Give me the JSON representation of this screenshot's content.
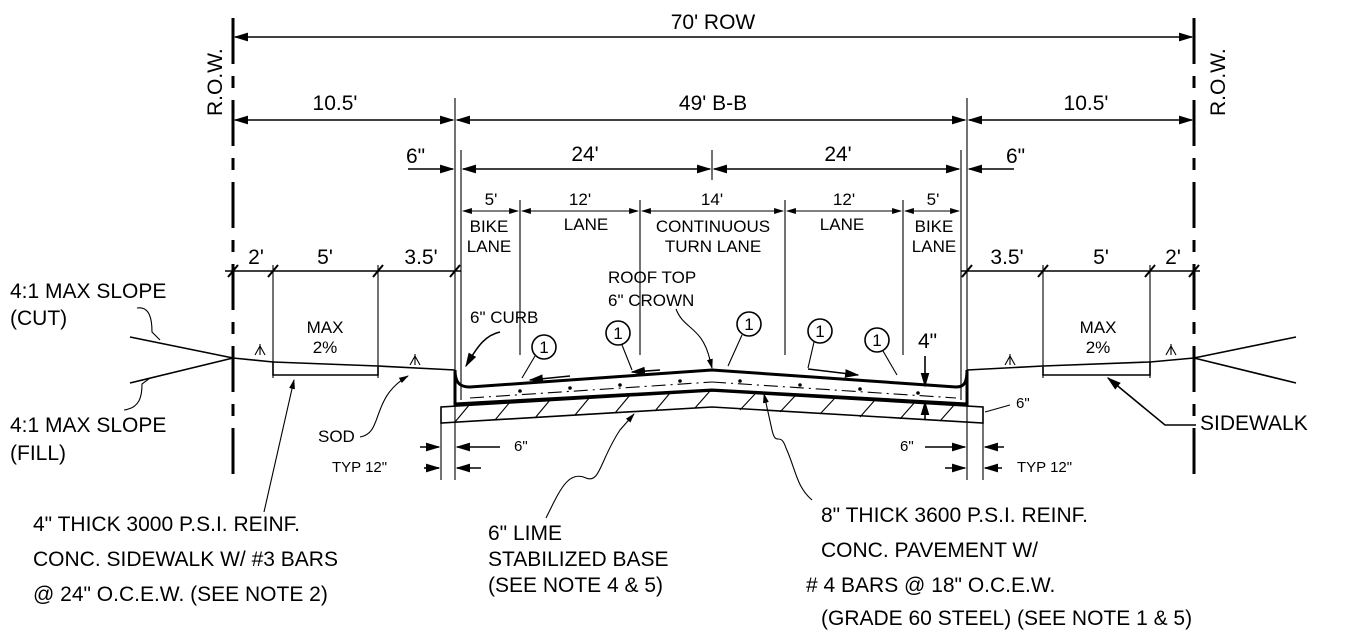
{
  "row": {
    "total": "70' ROW",
    "row_label": "R.O.W.",
    "left_parkway": "10.5'",
    "right_parkway": "10.5'",
    "b_to_b": "49' B-B"
  },
  "offsets": {
    "left_six": "6\"",
    "right_six": "6\"",
    "half_left": "24'",
    "half_right": "24'"
  },
  "lanes": {
    "dims": [
      "5'",
      "12'",
      "14'",
      "12'",
      "5'"
    ],
    "bike_left": [
      "BIKE",
      "LANE"
    ],
    "lane_left": "LANE",
    "turn_lane": [
      "CONTINUOUS",
      "TURN LANE"
    ],
    "lane_right": "LANE",
    "bike_right": [
      "BIKE",
      "LANE"
    ]
  },
  "parkway_dims": {
    "left": [
      "2'",
      "5'",
      "3.5'"
    ],
    "right": [
      "3.5'",
      "5'",
      "2'"
    ]
  },
  "sidewalk": {
    "max_label": "MAX",
    "slope": "2%"
  },
  "callouts": {
    "slope_cut": [
      "4:1 MAX SLOPE",
      "(CUT)"
    ],
    "slope_fill": [
      "4:1 MAX SLOPE",
      "(FILL)"
    ],
    "curb": "6\" CURB",
    "crown": [
      "ROOF TOP",
      "6\" CROWN"
    ],
    "sod": "SOD",
    "sidewalk": "SIDEWALK",
    "pavement_depth": "4\"",
    "base_thickness": "6\"",
    "left_six_base": "6\"",
    "right_six_base": "6\"",
    "typ_left": "TYP 12\"",
    "typ_right": "TYP 12\"",
    "note_marker": "1"
  },
  "notes": {
    "sidewalk_note": [
      "4\" THICK 3000 P.S.I. REINF.",
      "CONC. SIDEWALK W/ #3 BARS",
      "@ 24\" O.C.E.W. (SEE NOTE 2)"
    ],
    "base_note": [
      "6\" LIME",
      "STABILIZED BASE",
      "(SEE NOTE 4 & 5)"
    ],
    "pavement_note": [
      "8\" THICK 3600 P.S.I. REINF.",
      "CONC. PAVEMENT W/",
      "# 4 BARS @ 18\" O.C.E.W.",
      "(GRADE 60 STEEL) (SEE NOTE 1 & 5)"
    ]
  }
}
